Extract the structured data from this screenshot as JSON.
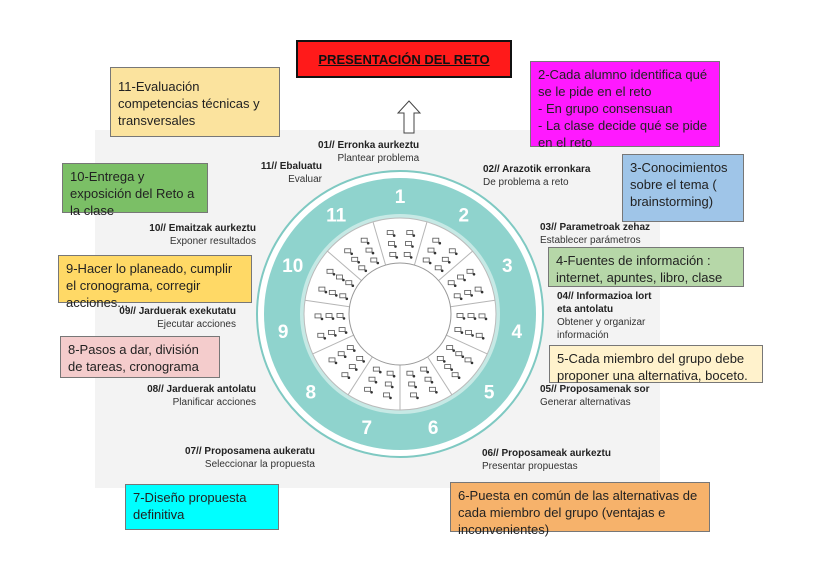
{
  "title": "PRESENTACIÓN DEL RETO",
  "wheel_numbers": [
    "1",
    "2",
    "3",
    "4",
    "5",
    "6",
    "7",
    "8",
    "9",
    "10",
    "11"
  ],
  "steps": [
    {
      "title": "01// Erronka aurkeztu",
      "subtitle": "Plantear problema"
    },
    {
      "title": "02// Arazotik erronkara",
      "subtitle": "De problema a reto"
    },
    {
      "title": "03// Parametroak zehaz",
      "subtitle": "Establecer parámetros"
    },
    {
      "title": "04// Informazioa lort eta antolatu",
      "subtitle": "Obtener y organizar información"
    },
    {
      "title": "05// Proposamenak sor",
      "subtitle": "Generar alternativas"
    },
    {
      "title": "06// Proposameak aurkeztu",
      "subtitle": "Presentar propuestas"
    },
    {
      "title": "07// Proposamena aukeratu",
      "subtitle": "Seleccionar la propuesta"
    },
    {
      "title": "08// Jarduerak antolatu",
      "subtitle": "Planificar acciones"
    },
    {
      "title": "09// Jarduerak exekutatu",
      "subtitle": "Ejecutar acciones"
    },
    {
      "title": "10// Emaitzak aurkeztu",
      "subtitle": "Exponer resultados"
    },
    {
      "title": "11// Ebaluatu",
      "subtitle": "Evaluar"
    }
  ],
  "notes": [
    {
      "text": "11-Evaluación competencias técnicas y transversales",
      "color": "#fbe39e"
    },
    {
      "text": "2-Cada alumno identifica qué se le pide en el reto\n- En grupo consensuan\n- La clase decide qué se pide en el reto",
      "color": "#ff19ff"
    },
    {
      "text": "10-Entrega y exposición del Reto a la clase",
      "color": "#7bbf66"
    },
    {
      "text": "3-Conocimientos sobre el tema ( brainstorming)",
      "color": "#9fc5e8"
    },
    {
      "text": "9-Hacer lo planeado, cumplir el cronograma, corregir acciones...",
      "color": "#ffd966"
    },
    {
      "text": "4-Fuentes de información : internet, apuntes, libro, clase",
      "color": "#b6d7a8"
    },
    {
      "text": "8-Pasos a dar, división de tareas, cronograma",
      "color": "#f4cccc"
    },
    {
      "text": "5-Cada miembro del grupo debe proponer una alternativa, boceto.",
      "color": "#fff2cc"
    },
    {
      "text": "7-Diseño propuesta definitiva",
      "color": "#00ffff"
    },
    {
      "text": "6-Puesta en común de las alternativas de cada miembro del grupo (ventajas e inconvenientes)",
      "color": "#f6b26b"
    }
  ],
  "colors": {
    "ring": "#8fd3cd",
    "ring_inner": "#c3e8e4",
    "accent_red": "#ff1a1a"
  }
}
